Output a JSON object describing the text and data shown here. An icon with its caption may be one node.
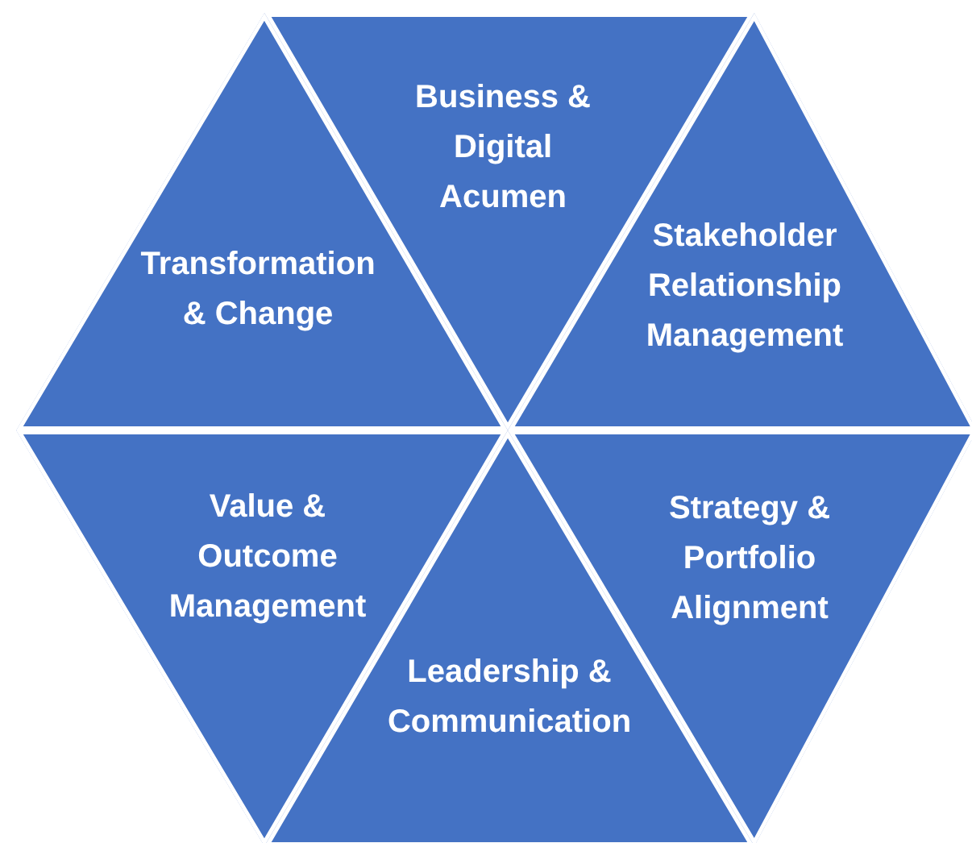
{
  "diagram": {
    "nodes": [
      {
        "text": [
          "Business & Digital Acumen"
        ]
      },
      {
        "text": [
          "Transformation & Change"
        ]
      },
      {
        "text": [
          "Stakeholder Relationship Management"
        ]
      },
      {
        "text": [
          "Value & Outcome Management"
        ]
      },
      {
        "text": [
          "Strategy & Portfolio Alignment"
        ]
      },
      {
        "text": [
          "Leadership & Communication"
        ]
      }
    ]
  }
}
